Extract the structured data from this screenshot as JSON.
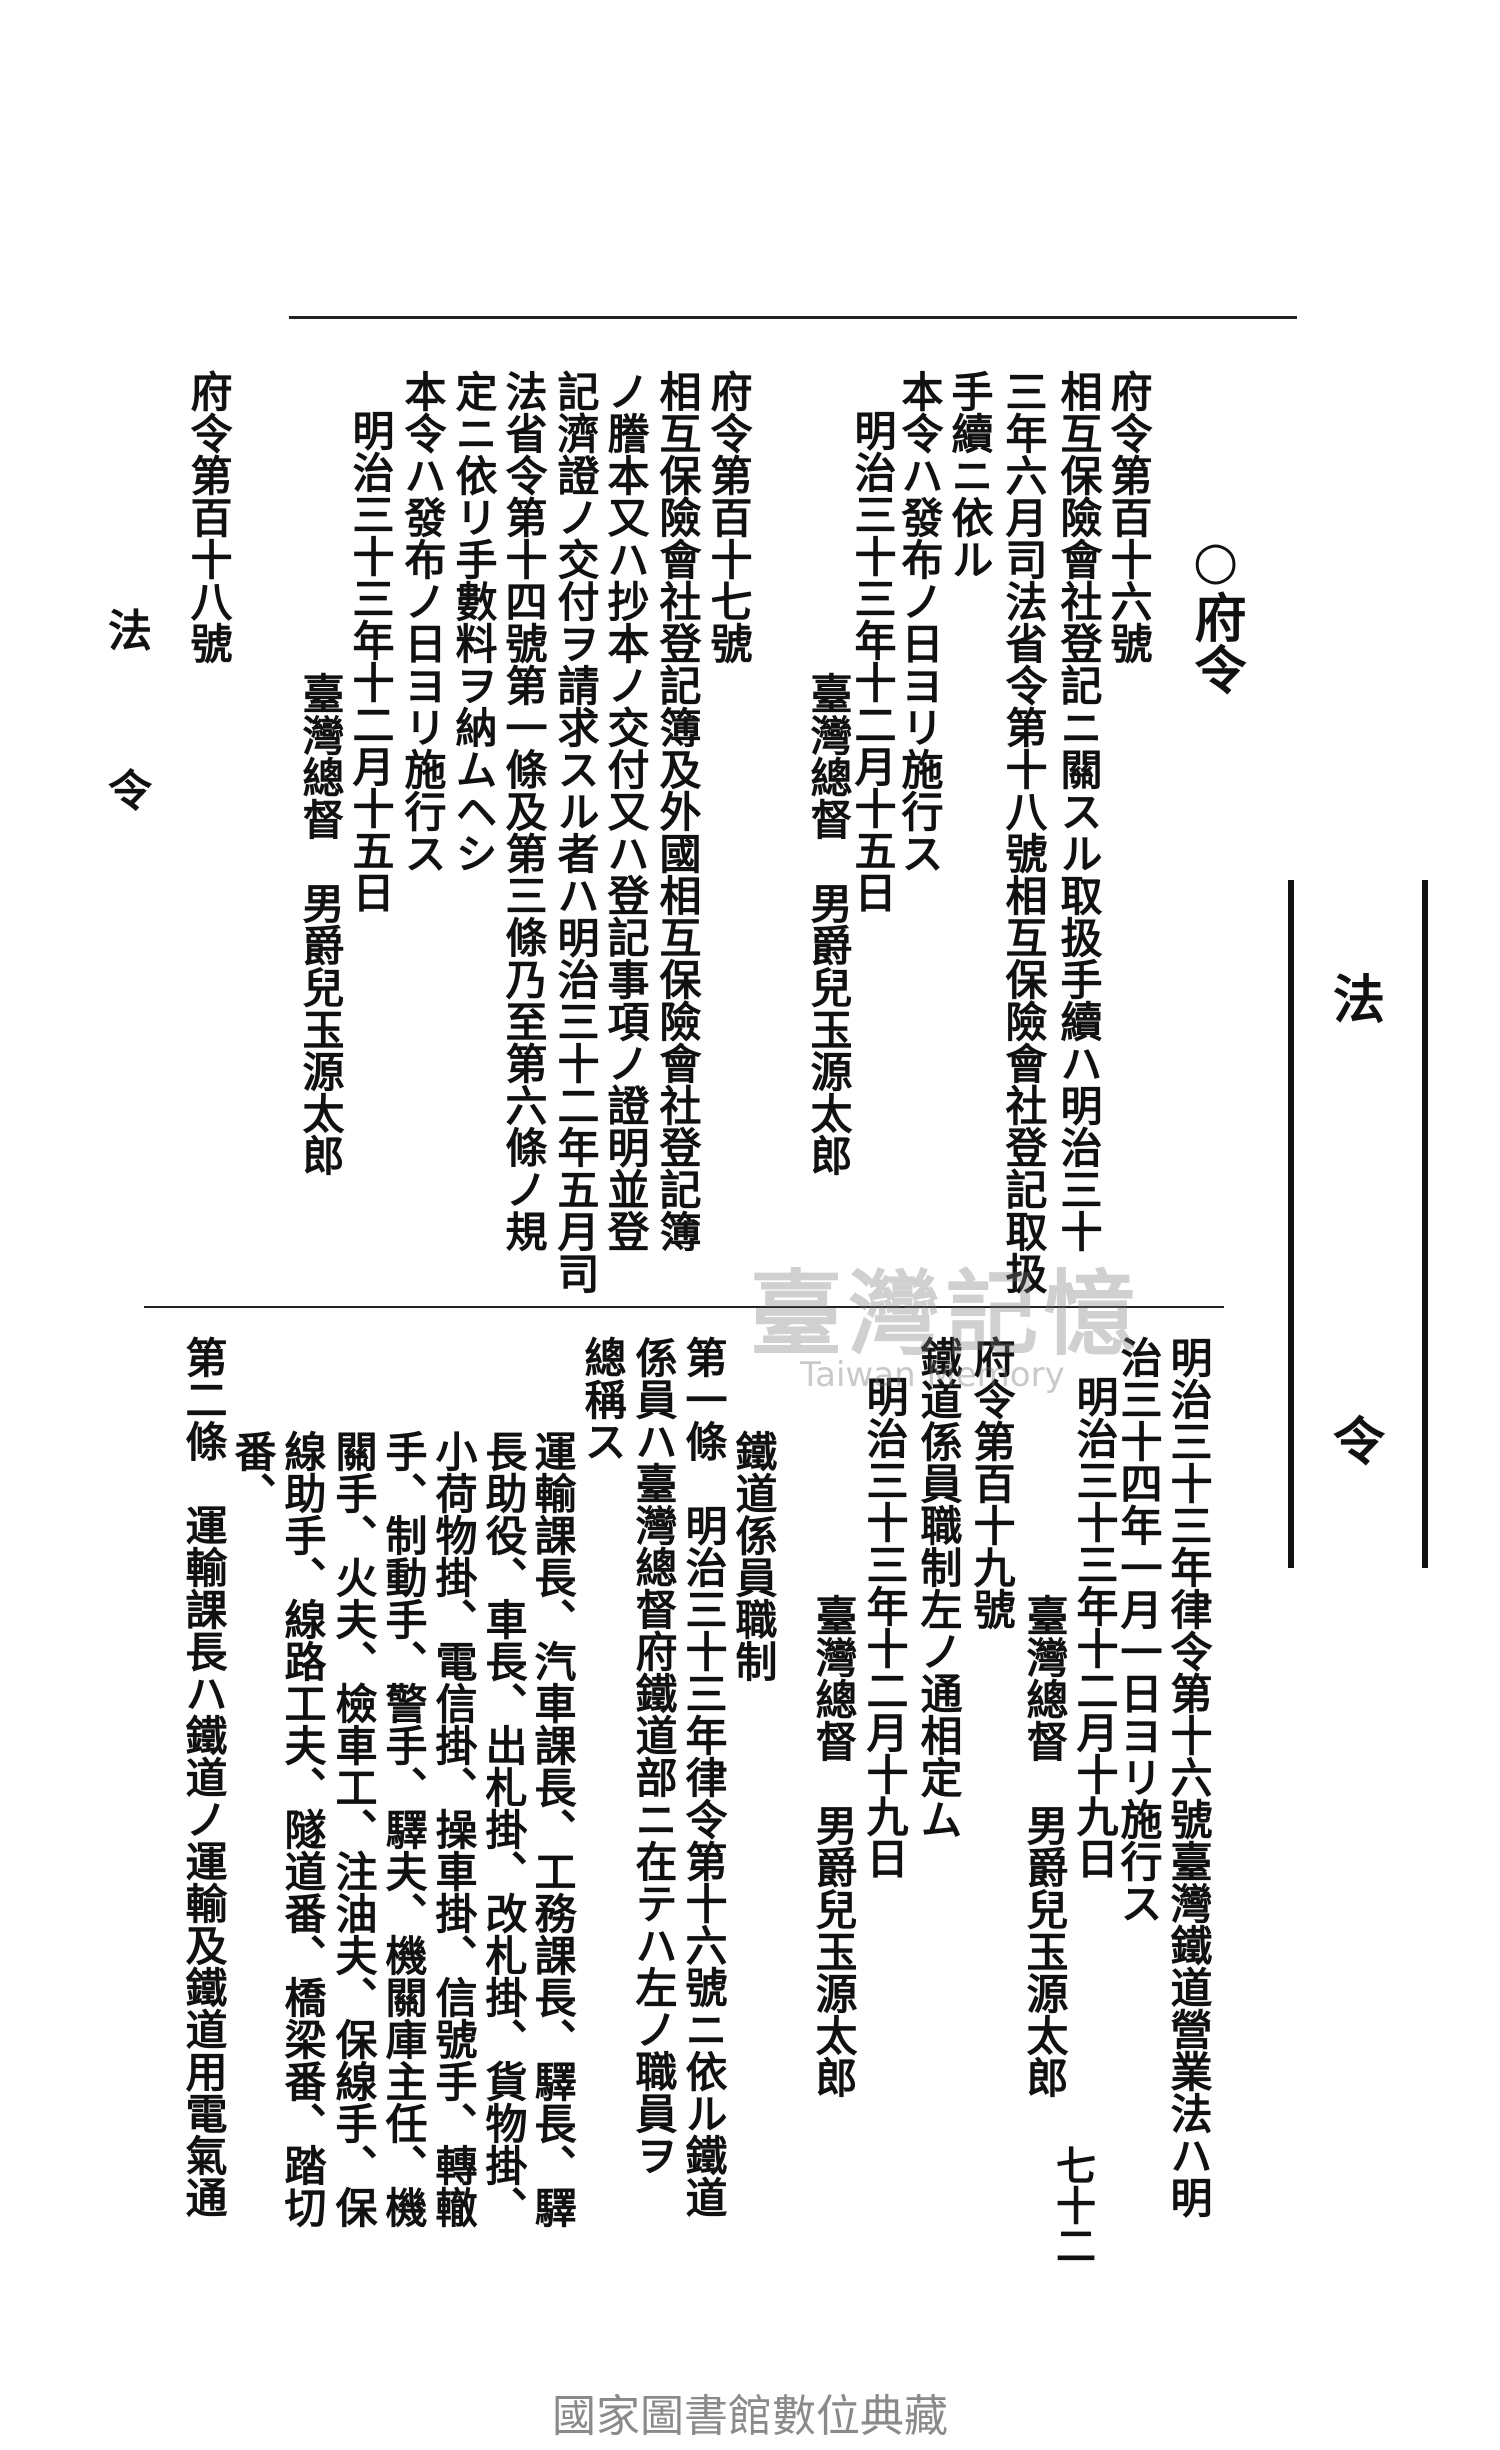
{
  "section_header": "○府令",
  "side_header": [
    "法",
    "令"
  ],
  "left_header": [
    "法",
    "令"
  ],
  "page_number": "七十二",
  "upper_columns": [
    "府令第百十六號",
    "相互保險會社登記ニ關スル取扱手續ハ明治三十",
    "三年六月司法省令第十八號相互保險會社登記取扱",
    "手續ニ依ル",
    "本令ハ發布ノ日ヨリ施行ス",
    "明治三十三年十二月十五日",
    "臺灣總督　男爵兒玉源太郎",
    "府令第百十七號",
    "相互保險會社登記簿及外國相互保險會社登記簿",
    "ノ謄本又ハ抄本ノ交付又ハ登記事項ノ證明並登",
    "記濟證ノ交付ヲ請求スル者ハ明治三十二年五月司",
    "法省令第十四號第一條及第三條乃至第六條ノ規",
    "定ニ依リ手數料ヲ納ムヘシ",
    "本令ハ發布ノ日ヨリ施行ス",
    "明治三十三年十二月十五日",
    "臺灣總督　男爵兒玉源太郎",
    "府令第百十八號"
  ],
  "lower_columns": [
    "明治三十三年律令第十六號臺灣鐵道營業法ハ明",
    "治三十四年一月一日ヨリ施行ス",
    "明治三十三年十二月十九日",
    "臺灣總督　男爵兒玉源太郎",
    "府令第百十九號",
    "鐵道係員職制左ノ通相定ム",
    "明治三十三年十二月十九日",
    "臺灣總督　男爵兒玉源太郎",
    "鐵道係員職制",
    "第一條　明治三十三年律令第十六號ニ依ル鐵道",
    "係員ハ臺灣總督府鐵道部ニ在テハ左ノ職員ヲ",
    "總稱ス",
    "運輸課長、汽車課長、工務課長、驛長、驛",
    "長助役、車長、出札掛、改札掛、貨物掛、",
    "小荷物掛、電信掛、操車掛、信號手、轉轍",
    "手、制動手、警手、驛夫、機關庫主任、機",
    "關手、火夫、檢車工、注油夫、保線手、保",
    "線助手、線路工夫、隧道番、橋梁番、踏切",
    "番、",
    "第二條　運輸課長ハ鐵道ノ運輸及鐵道用電氣通"
  ],
  "watermark": {
    "title": "臺灣記憶",
    "subtitle": "Taiwan Memory"
  },
  "footer": "國家圖書館數位典藏"
}
